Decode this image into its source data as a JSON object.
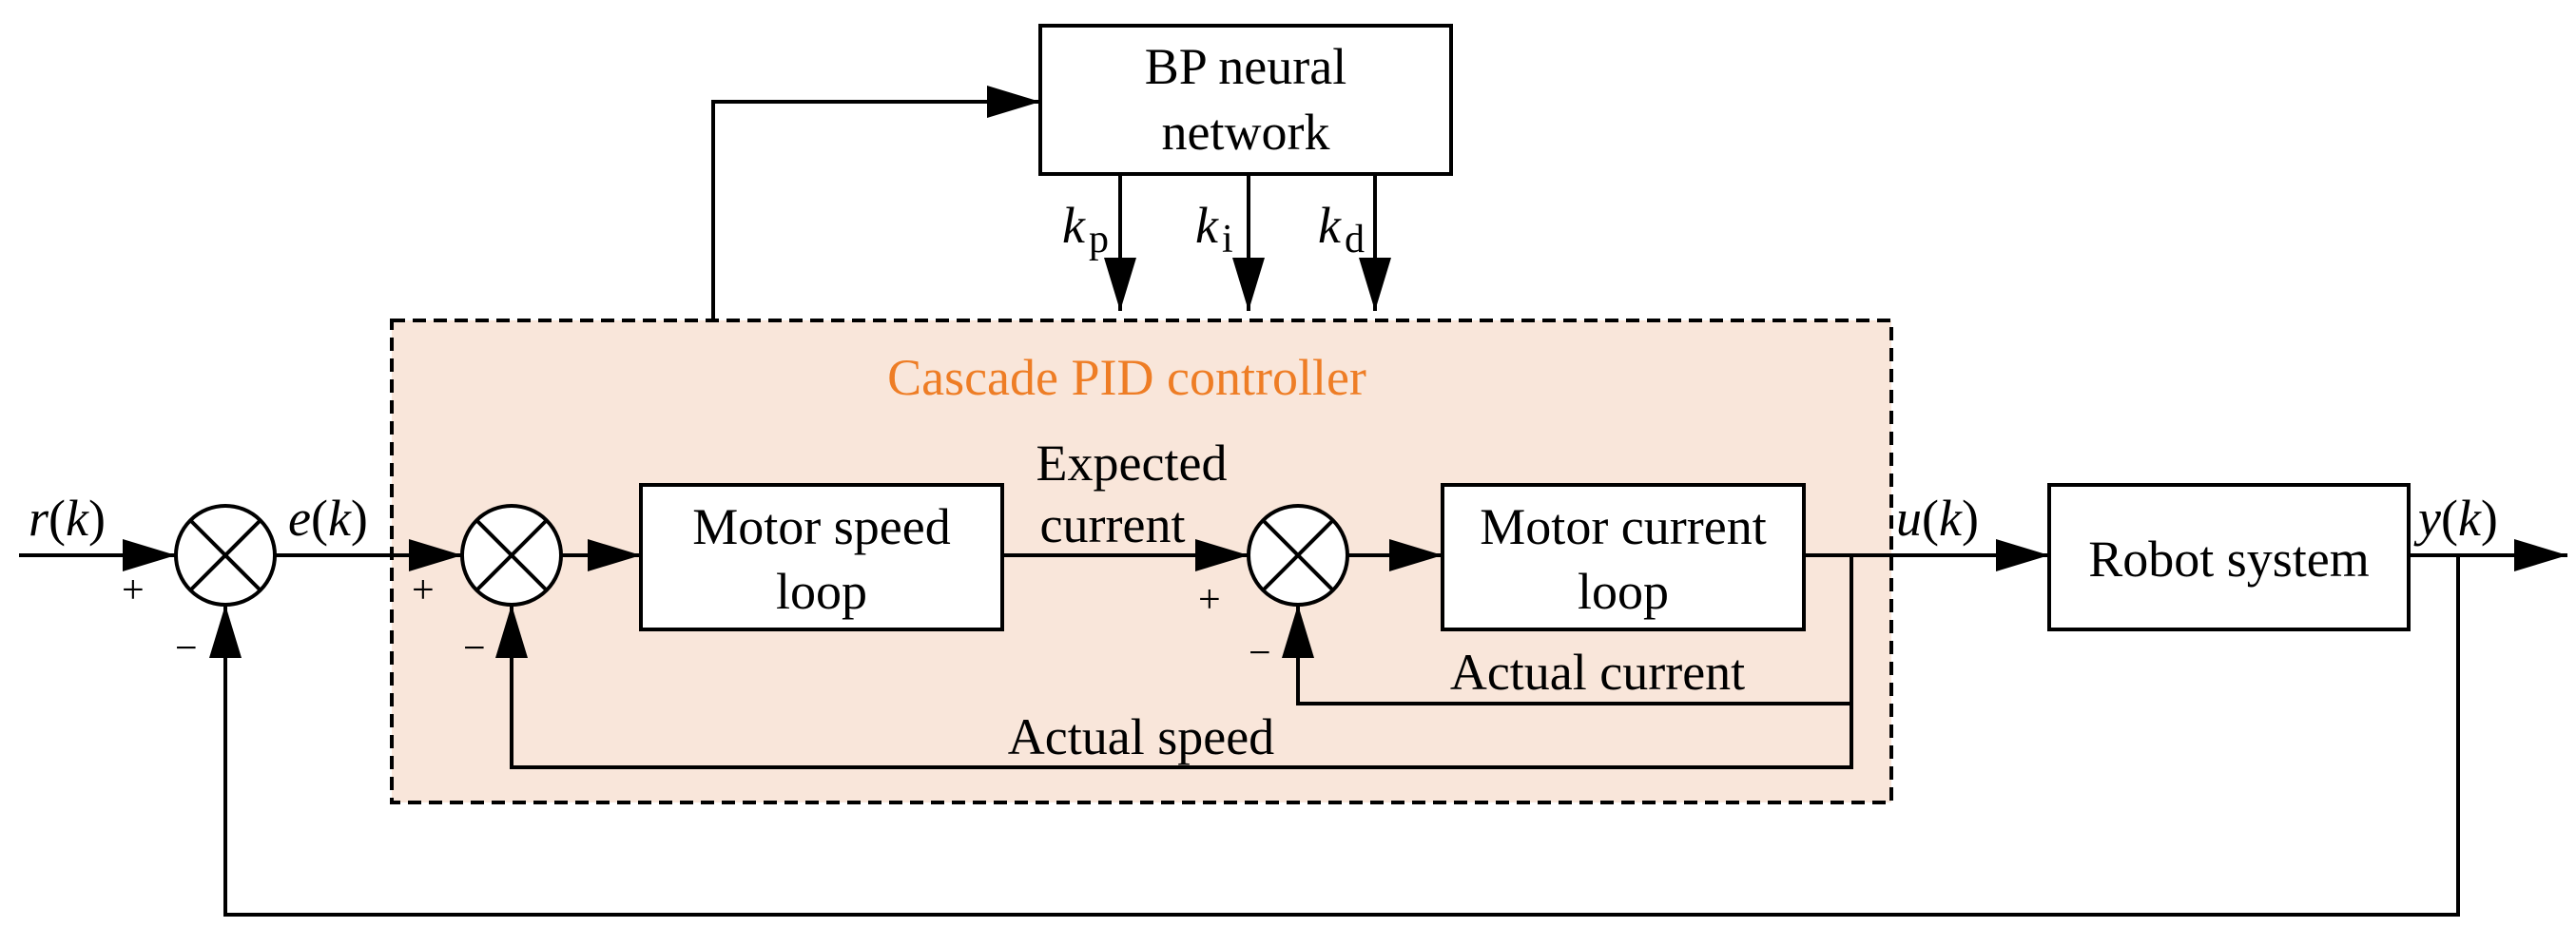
{
  "colors": {
    "cascade_fill": "#f9e6da",
    "cascade_title": "#ee7d25",
    "stroke": "#000000"
  },
  "blocks": {
    "bp_network": {
      "line1": "BP neural",
      "line2": "network"
    },
    "speed_loop": {
      "line1": "Motor speed",
      "line2": "loop"
    },
    "current_loop": {
      "line1": "Motor current",
      "line2": "loop"
    },
    "robot": {
      "label": "Robot system"
    }
  },
  "cascade": {
    "title": "Cascade PID controller"
  },
  "gains": {
    "kp": {
      "base": "k",
      "sub": "p"
    },
    "ki": {
      "base": "k",
      "sub": "i"
    },
    "kd": {
      "base": "k",
      "sub": "d"
    }
  },
  "signals": {
    "r_k": {
      "sym": "r",
      "arg": "(",
      "var": "k",
      "close": ")"
    },
    "e_k": {
      "sym": "e",
      "arg": "(",
      "var": "k",
      "close": ")"
    },
    "u_k": {
      "sym": "u",
      "arg": "(",
      "var": "k",
      "close": ")"
    },
    "y_k": {
      "sym": "y",
      "arg": "(",
      "var": "k",
      "close": ")"
    },
    "expected_current_1": "Expected",
    "expected_current_2": "current",
    "actual_current": "Actual current",
    "actual_speed": "Actual speed"
  },
  "signs": {
    "plus": "+",
    "minus": "−"
  },
  "icons": {
    "summing_junction": "circle-x-icon",
    "arrowhead": "arrowhead-icon"
  }
}
